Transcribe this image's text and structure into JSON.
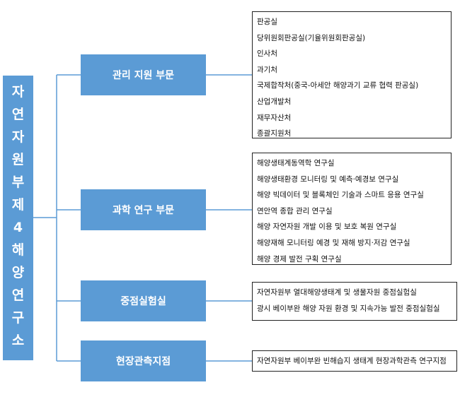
{
  "root": {
    "label": "자연자원부제4해양연구소"
  },
  "departments": [
    {
      "label": "관리 지원 부문",
      "items": [
        "판공실",
        "당위원회판공실(기율위원회판공실)",
        "인사처",
        "과기처",
        "국제합작처(중국-아세안 해양과기 교류 협력 판공실)",
        "산업개발처",
        "재무자산처",
        "종괄지원처"
      ]
    },
    {
      "label": "과학 연구 부문",
      "items": [
        "해양생태계동역학 연구실",
        "해양생태환경 모니터링 및 예측·예경보 연구실",
        "해양 빅데이터 및 블록체인 기술과 스마트 응용 연구실",
        "연안역 종합 관리 연구실",
        "해양 자연자원 개발 이용 및 보호 복원 연구실",
        "해양재해 모니터링 예경 및 재해 방지·저감 연구실",
        "해양 경제 발전 구획 연구실"
      ]
    },
    {
      "label": "중점실험실",
      "items": [
        "자연자원부 열대해양생태계 및 생물자원 중점실험실",
        "광시 베이부완 해양 자원 환경 및 지속가능 발전 중점실험실"
      ]
    },
    {
      "label": "현장관측지점",
      "items": [
        "자연자원부 베이부완 빈해습지 생태계 현장과학관측 연구지점"
      ]
    }
  ],
  "colors": {
    "box_fill": "#5b9bd5",
    "line": "#5b9bd5",
    "list_border": "#222222"
  }
}
